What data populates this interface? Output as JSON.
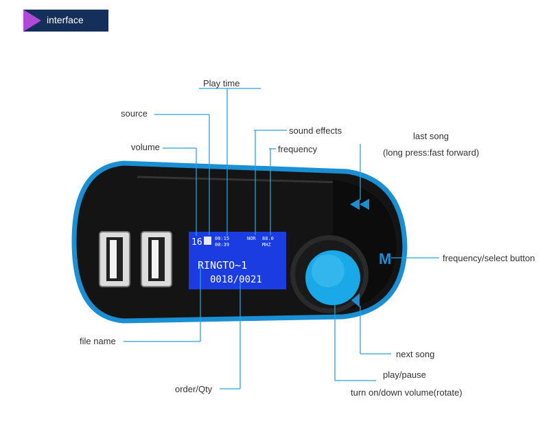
{
  "header": {
    "title": "interface",
    "accent": "#b048d8",
    "bg": "#14305a"
  },
  "labels": {
    "play_time": "Play time",
    "source": "source",
    "volume": "volume",
    "sound_effects": "sound effects",
    "frequency": "frequency",
    "last_song": "last song",
    "last_song_long": "(long press:fast forward)",
    "freq_select": "frequency/select button",
    "next_song": "next song",
    "play_pause": "play/pause",
    "turn_on": "turn on/down volume(rotate)",
    "file_name": "file name",
    "order_qty": "order/Qty"
  },
  "lcd": {
    "volume": "16",
    "time_top": "00:15",
    "time_bottom": "00:39",
    "effect": "NOR",
    "freq": "88.0",
    "freq_unit": "MHZ",
    "file": "RINGTO~1",
    "order": "0018/0021"
  },
  "colors": {
    "lcd": "#1a3ce0",
    "knob": "#19a8e8",
    "leader": "#2aa0d8",
    "trim": "#1a8fd4"
  }
}
